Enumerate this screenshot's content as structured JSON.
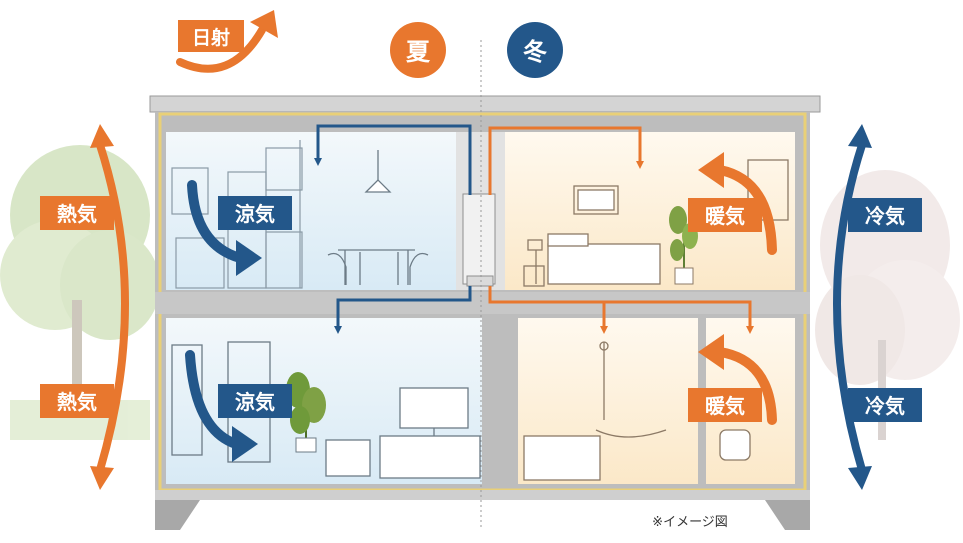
{
  "labels": {
    "sun": "日射",
    "summer": "夏",
    "winter": "冬",
    "heat": "熱気",
    "cool_air": "涼気",
    "warm_air": "暖気",
    "cold_air": "冷気",
    "note": "※イメージ図"
  },
  "colors": {
    "orange": "#E8772E",
    "blue": "#23578A",
    "house_frame": "#8F8F8F",
    "warm_room": "#FCEFD8",
    "cool_room": "#E6F1F8",
    "yellow_line": "#E9D077"
  }
}
